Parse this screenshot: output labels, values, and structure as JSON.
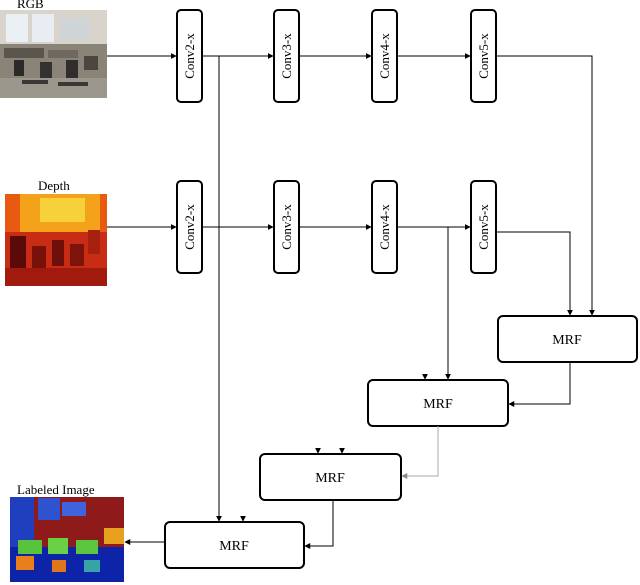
{
  "inputs": {
    "rgb_label": "RGB",
    "depth_label": "Depth",
    "output_label": "Labeled Image"
  },
  "rgb_branch": [
    "Conv2-x",
    "Conv3-x",
    "Conv4-x",
    "Conv5-x"
  ],
  "depth_branch": [
    "Conv2-x",
    "Conv3-x",
    "Conv4-x",
    "Conv5-x"
  ],
  "mrf_blocks": [
    "MRF",
    "MRF",
    "MRF",
    "MRF"
  ]
}
